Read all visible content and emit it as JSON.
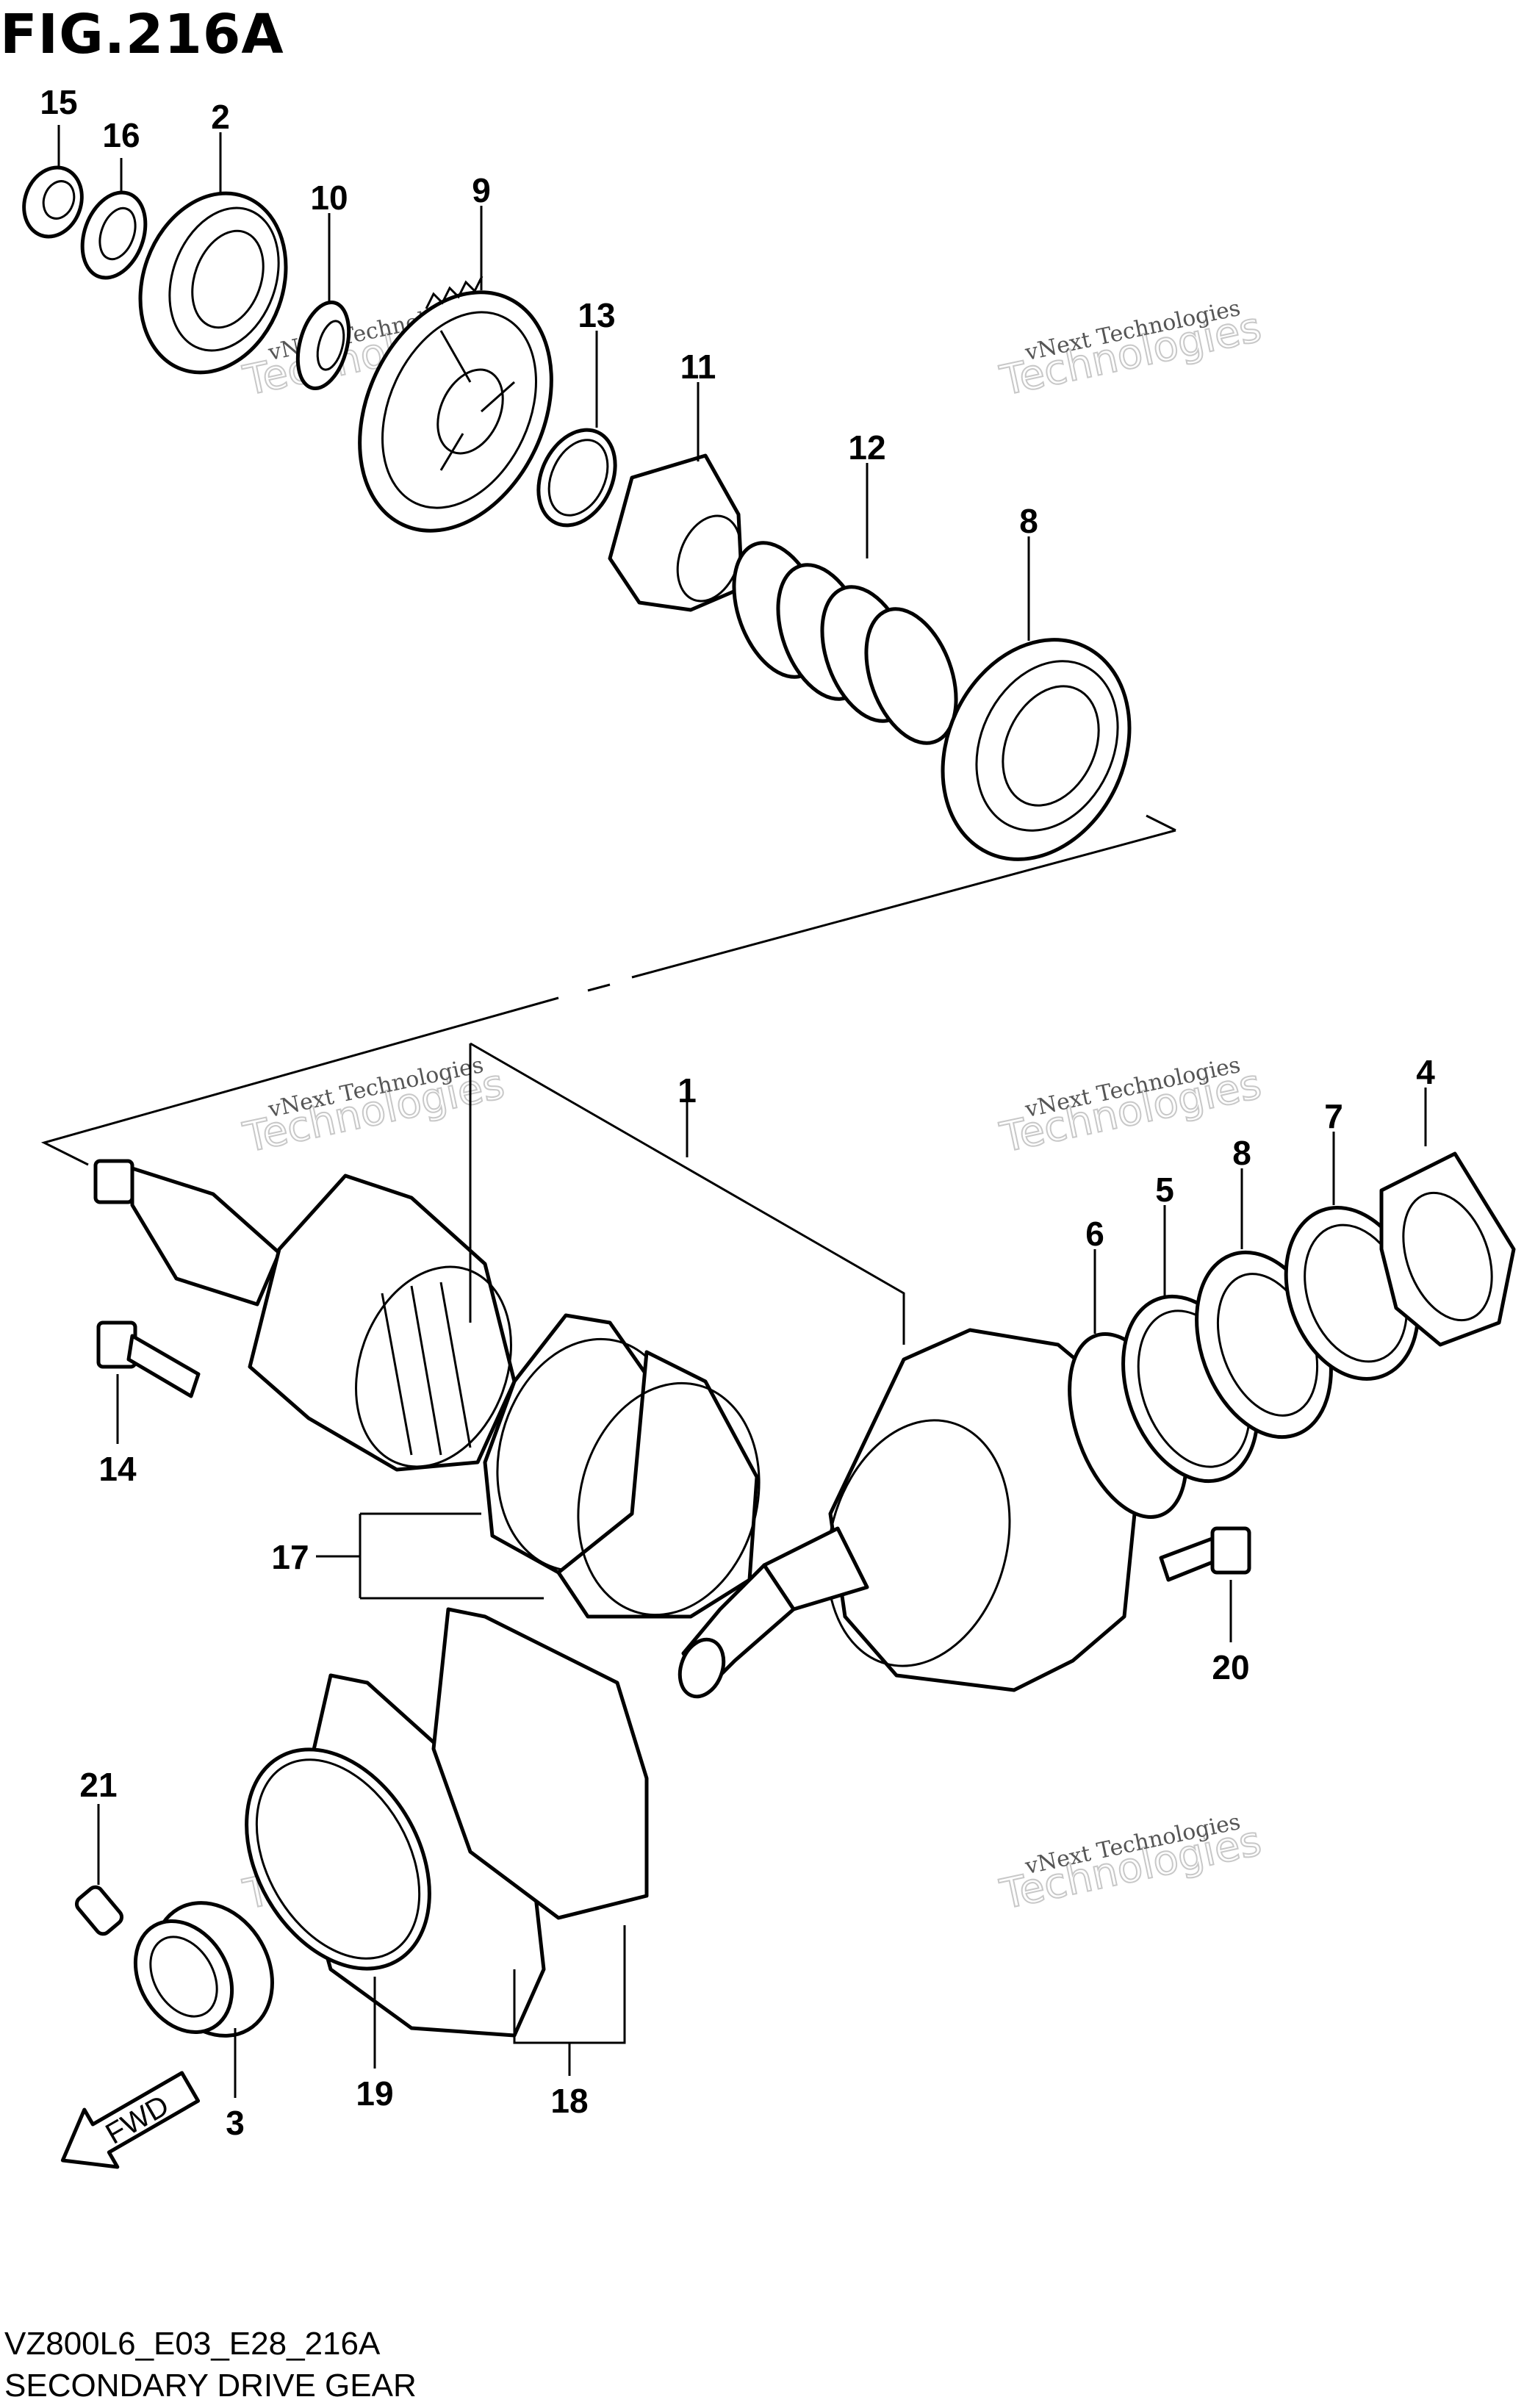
{
  "figure": {
    "title": "FIG.216A",
    "model_code": "VZ800L6_E03_E28_216A",
    "name": "SECONDARY DRIVE GEAR"
  },
  "watermark": {
    "brand": "vNext",
    "text": "vNext Technologies",
    "big": "Technologies"
  },
  "fwd_label": "FWD",
  "callouts": {
    "c1": "1",
    "c2": "2",
    "c3": "3",
    "c4": "4",
    "c5": "5",
    "c6": "6",
    "c7": "7",
    "c8a": "8",
    "c8b": "8",
    "c9": "9",
    "c10": "10",
    "c11": "11",
    "c12": "12",
    "c13": "13",
    "c14": "14",
    "c15": "15",
    "c16": "16",
    "c17": "17",
    "c18": "18",
    "c19": "19",
    "c20": "20",
    "c21": "21"
  }
}
